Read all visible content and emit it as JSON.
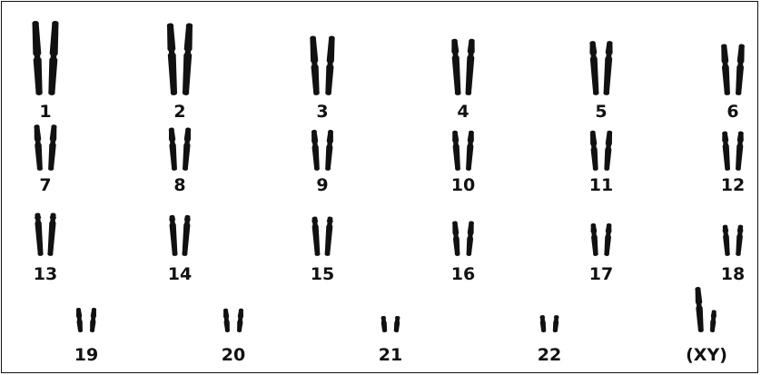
{
  "karyotype": {
    "colors": {
      "chromosome": "#111111",
      "background": "#ffffff",
      "border": "#111111"
    },
    "rows": [
      {
        "pairs": [
          {
            "label": "1",
            "lengths": [
              1.0,
              1.0
            ],
            "centromere": 0.48
          },
          {
            "label": "2",
            "lengths": [
              0.97,
              0.97
            ],
            "centromere": 0.4
          },
          {
            "label": "3",
            "lengths": [
              0.8,
              0.8
            ],
            "centromere": 0.47
          },
          {
            "label": "4",
            "lengths": [
              0.76,
              0.76
            ],
            "centromere": 0.28
          },
          {
            "label": "5",
            "lengths": [
              0.73,
              0.73
            ],
            "centromere": 0.27
          },
          {
            "label": "6",
            "lengths": [
              0.69,
              0.69
            ],
            "centromere": 0.39
          }
        ]
      },
      {
        "pairs": [
          {
            "label": "7",
            "lengths": [
              0.62,
              0.62
            ],
            "centromere": 0.38
          },
          {
            "label": "8",
            "lengths": [
              0.58,
              0.58
            ],
            "centromere": 0.34
          },
          {
            "label": "9",
            "lengths": [
              0.55,
              0.55
            ],
            "centromere": 0.35
          },
          {
            "label": "10",
            "lengths": [
              0.54,
              0.54
            ],
            "centromere": 0.32
          },
          {
            "label": "11",
            "lengths": [
              0.54,
              0.54
            ],
            "centromere": 0.4
          },
          {
            "label": "12",
            "lengths": [
              0.53,
              0.53
            ],
            "centromere": 0.3
          }
        ]
      },
      {
        "pairs": [
          {
            "label": "13",
            "lengths": [
              0.58,
              0.58
            ],
            "centromere": 0.17
          },
          {
            "label": "14",
            "lengths": [
              0.55,
              0.55
            ],
            "centromere": 0.17
          },
          {
            "label": "15",
            "lengths": [
              0.53,
              0.53
            ],
            "centromere": 0.18
          },
          {
            "label": "16",
            "lengths": [
              0.47,
              0.47
            ],
            "centromere": 0.42
          },
          {
            "label": "17",
            "lengths": [
              0.44,
              0.44
            ],
            "centromere": 0.33
          },
          {
            "label": "18",
            "lengths": [
              0.42,
              0.42
            ],
            "centromere": 0.28
          }
        ]
      },
      {
        "pairs": [
          {
            "label": "19",
            "lengths": [
              0.33,
              0.33
            ],
            "centromere": 0.45
          },
          {
            "label": "20",
            "lengths": [
              0.32,
              0.32
            ],
            "centromere": 0.45
          },
          {
            "label": "21",
            "lengths": [
              0.22,
              0.22
            ],
            "centromere": 0.25
          },
          {
            "label": "22",
            "lengths": [
              0.23,
              0.23
            ],
            "centromere": 0.25
          },
          {
            "label": "(XY)",
            "lengths": [
              0.61,
              0.3
            ],
            "centromere": 0.4
          }
        ]
      }
    ]
  }
}
